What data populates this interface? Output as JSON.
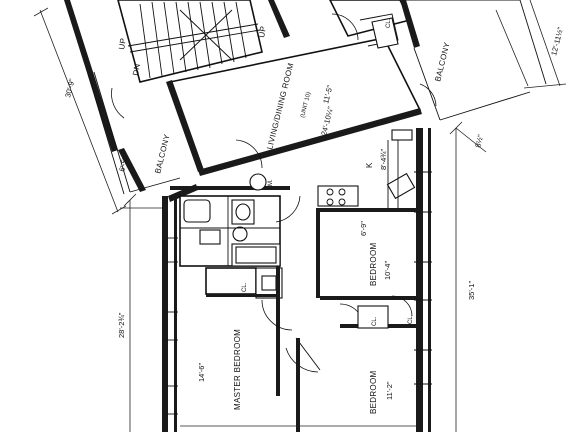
{
  "rooms": {
    "living": "LIVING/DINING ROOM",
    "unit": "(UNIT 10)",
    "balcony_left": "BALCONY",
    "balcony_right": "BALCONY",
    "bedroom_upper": "BEDROOM",
    "bedroom_lower": "BEDROOM",
    "master": "MASTER BEDROOM",
    "kitchen": "K",
    "closet": "CL.",
    "mech": "M."
  },
  "stairs": {
    "up1": "UP",
    "up2": "UP",
    "dn": "DN"
  },
  "dims": {
    "overall_left": "30'-9\"",
    "overall_right": "35'-1\"",
    "overall_mid": "28'-2¾\"",
    "right_top": "12'-11½\"",
    "right_jog": "8½\"",
    "living_w": "24'-10¼\"",
    "living_d": "11'-5\"",
    "balcony_d": "6'-5\"",
    "kitchen_w": "8'-4¾\"",
    "bed_w": "10'-4\"",
    "bed_d": "6'-9\"",
    "master_w": "14'-6\"",
    "bed2_w": "11'-2\""
  }
}
